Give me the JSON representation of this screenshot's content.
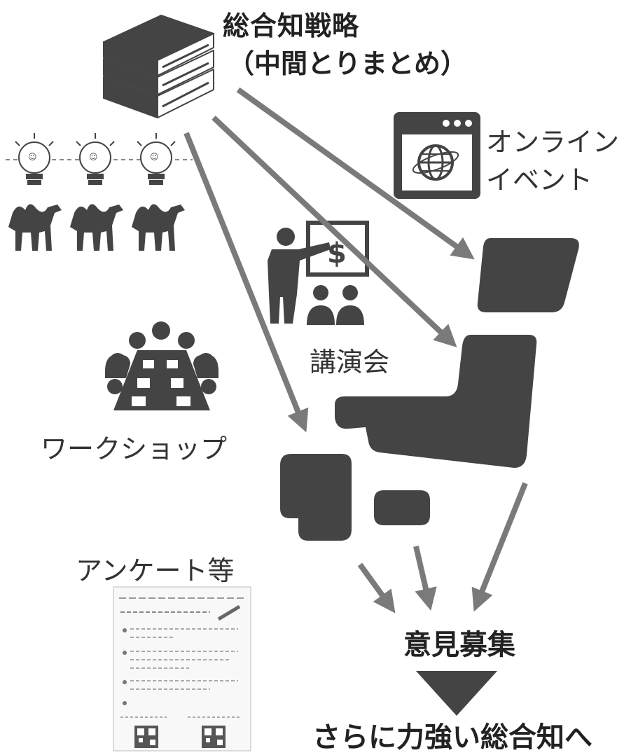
{
  "title": {
    "main": "総合知戦略",
    "sub": "（中間とりまとめ）"
  },
  "channels": {
    "online_event_line1": "オンライン",
    "online_event_line2": "イベント",
    "lecture": "講演会",
    "workshop": "ワークショップ",
    "survey": "アンケート等"
  },
  "result": {
    "collection": "意見募集",
    "goal": "さらに力強い総合知へ"
  },
  "colors": {
    "arrow": "#7a7a7a",
    "icon": "#444444",
    "map": "#444444"
  }
}
